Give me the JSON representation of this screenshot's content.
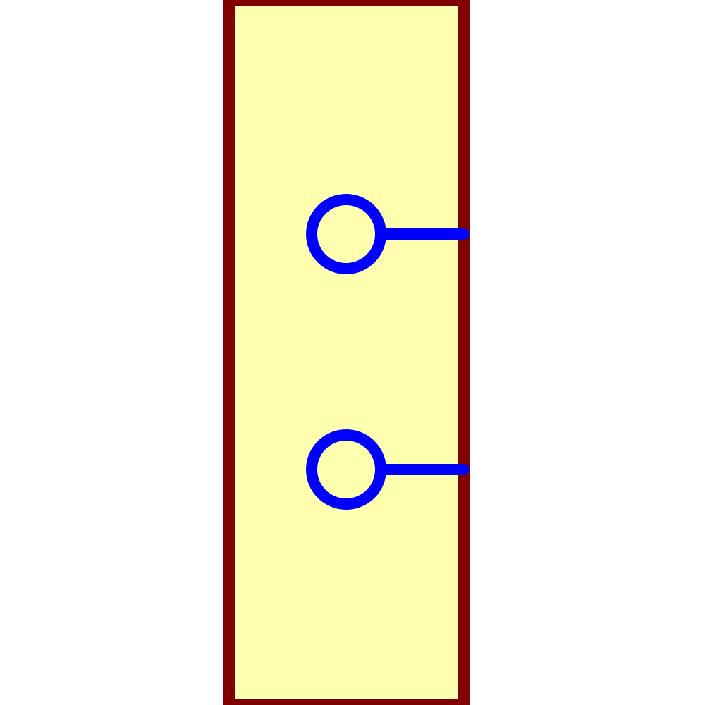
{
  "diagram": {
    "type": "schematic-symbol",
    "body": {
      "fill": "#FFFFB0",
      "stroke": "#800000"
    },
    "pins": [
      {
        "id": "pin-1",
        "color": "#0000FF",
        "side": "right"
      },
      {
        "id": "pin-2",
        "color": "#0000FF",
        "side": "right"
      }
    ]
  }
}
